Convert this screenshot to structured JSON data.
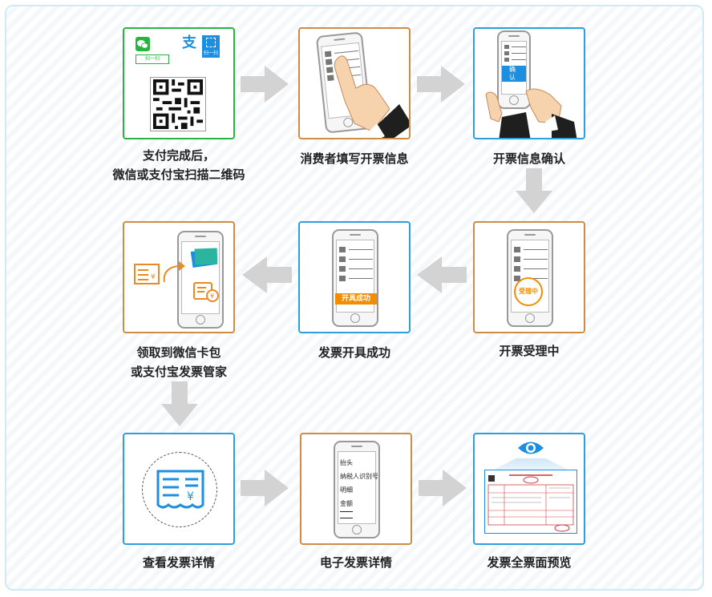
{
  "steps": {
    "s1": {
      "caption": "支付完成后，\n微信或支付宝扫描二维码",
      "scan_label": "扫一扫",
      "scan_label_blue": "扫一扫"
    },
    "s2": {
      "caption": "消费者填写开票信息"
    },
    "s3": {
      "caption": "开票信息确认",
      "confirm_label": "确  认"
    },
    "s4": {
      "caption": "开票受理中",
      "stamp_label": "受理中"
    },
    "s5": {
      "caption": "发票开具成功",
      "success_label": "开具成功"
    },
    "s6": {
      "caption": "领取到微信卡包\n或支付宝发票管家"
    },
    "s7": {
      "caption": "查看发票详情"
    },
    "s8": {
      "caption": "电子发票详情",
      "fields": [
        "抬头",
        "纳税人识别号",
        "明细",
        "金额"
      ]
    },
    "s9": {
      "caption": "发票全票面预览"
    }
  },
  "colors": {
    "blue": "#2c9fdc",
    "green": "#27b43f",
    "orange": "#cf8c45",
    "arrow": "#d3d3d3",
    "accent_orange": "#f28c00"
  }
}
